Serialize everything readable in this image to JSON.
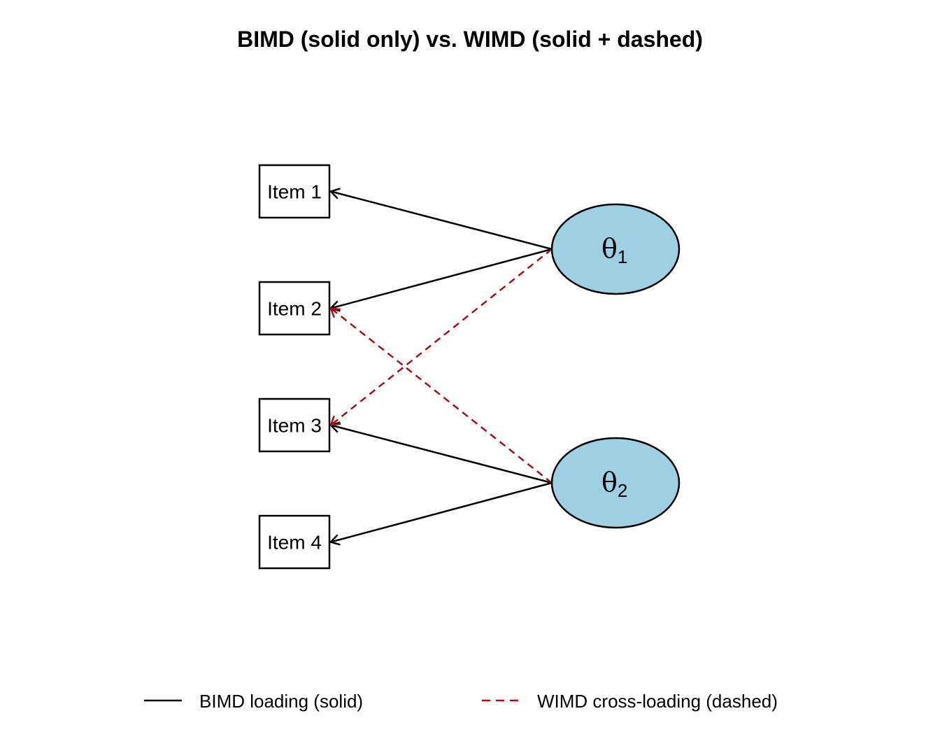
{
  "title": "BIMD (solid only) vs. WIMD (solid + dashed)",
  "colors": {
    "solid": "#000000",
    "dashed": "#A50F15",
    "factor_fill": "#9ECFE2",
    "item_fill": "#ffffff"
  },
  "items": [
    {
      "id": "item1",
      "label": "Item 1"
    },
    {
      "id": "item2",
      "label": "Item 2"
    },
    {
      "id": "item3",
      "label": "Item 3"
    },
    {
      "id": "item4",
      "label": "Item 4"
    }
  ],
  "factors": [
    {
      "id": "theta1",
      "symbol": "θ",
      "subscript": "1"
    },
    {
      "id": "theta2",
      "symbol": "θ",
      "subscript": "2"
    }
  ],
  "edges": [
    {
      "from": "theta1",
      "to": "item1",
      "style": "solid"
    },
    {
      "from": "theta1",
      "to": "item2",
      "style": "solid"
    },
    {
      "from": "theta2",
      "to": "item3",
      "style": "solid"
    },
    {
      "from": "theta2",
      "to": "item4",
      "style": "solid"
    },
    {
      "from": "theta1",
      "to": "item3",
      "style": "dashed"
    },
    {
      "from": "theta2",
      "to": "item2",
      "style": "dashed"
    }
  ],
  "legend": {
    "position": "bottom",
    "entries": [
      {
        "label": "BIMD loading (solid)",
        "style": "solid"
      },
      {
        "label": "WIMD cross-loading (dashed)",
        "style": "dashed"
      }
    ]
  }
}
